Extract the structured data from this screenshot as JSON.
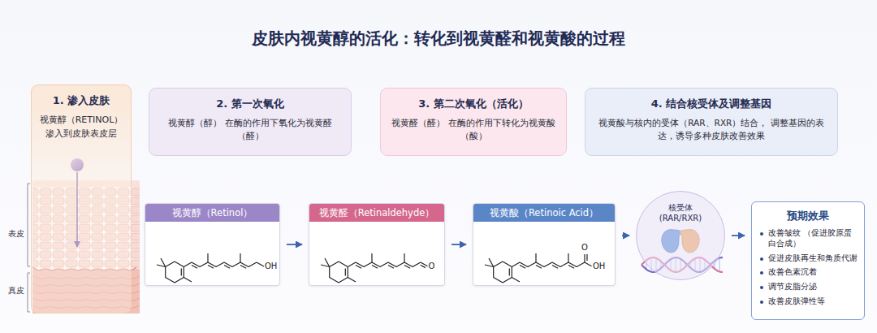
{
  "diagram": {
    "title": "皮肤内视黄醇的活化：转化到视黄醛和视黄酸的过程",
    "nodes": [
      {
        "text": [
          "1. 渗入皮肤",
          "视黄醇（RETINOL） 渗入到皮肤表皮层"
        ]
      },
      {
        "text": [
          "2. 第一次氧化",
          "视黄醇（醇） 在酶的作用下氧化为视黄醛（醛）"
        ]
      },
      {
        "text": [
          "3. 第二次氧化（活化）",
          "视黄醛（醛） 在酶的作用下转化为视黄酸（酸）"
        ]
      },
      {
        "text": [
          "4. 结合核受体及调整基因",
          "视黄酸与核内的受体（RAR、RXR）结合， 调整基因的表达，诱导多种皮肤改善效果"
        ]
      },
      {
        "text": [
          "视黄醇（Retinol）"
        ]
      },
      {
        "text": [
          "视黄醛（Retinaldehyde）"
        ]
      },
      {
        "text": [
          "视黄酸（Retinoic Acid）"
        ]
      },
      {
        "text": [
          "核受体 (RAR/RXR)"
        ]
      },
      {
        "text": [
          "预期效果",
          "改善皱纹 （促进胶原蛋白合成）",
          "促进皮肤再生和角质代谢",
          "改善色素沉着",
          "调节皮脂分泌",
          "改善皮肤弹性等"
        ]
      }
    ],
    "edges": [
      {
        "from": 4,
        "to": 5,
        "arrow": "to"
      },
      {
        "from": 5,
        "to": 6,
        "arrow": "to"
      },
      {
        "from": 6,
        "to": 7,
        "arrow": "to"
      },
      {
        "from": 7,
        "to": 8,
        "arrow": "to"
      }
    ],
    "labels": [
      "表皮",
      "真皮",
      "OH",
      "O",
      "O",
      "OH"
    ]
  }
}
